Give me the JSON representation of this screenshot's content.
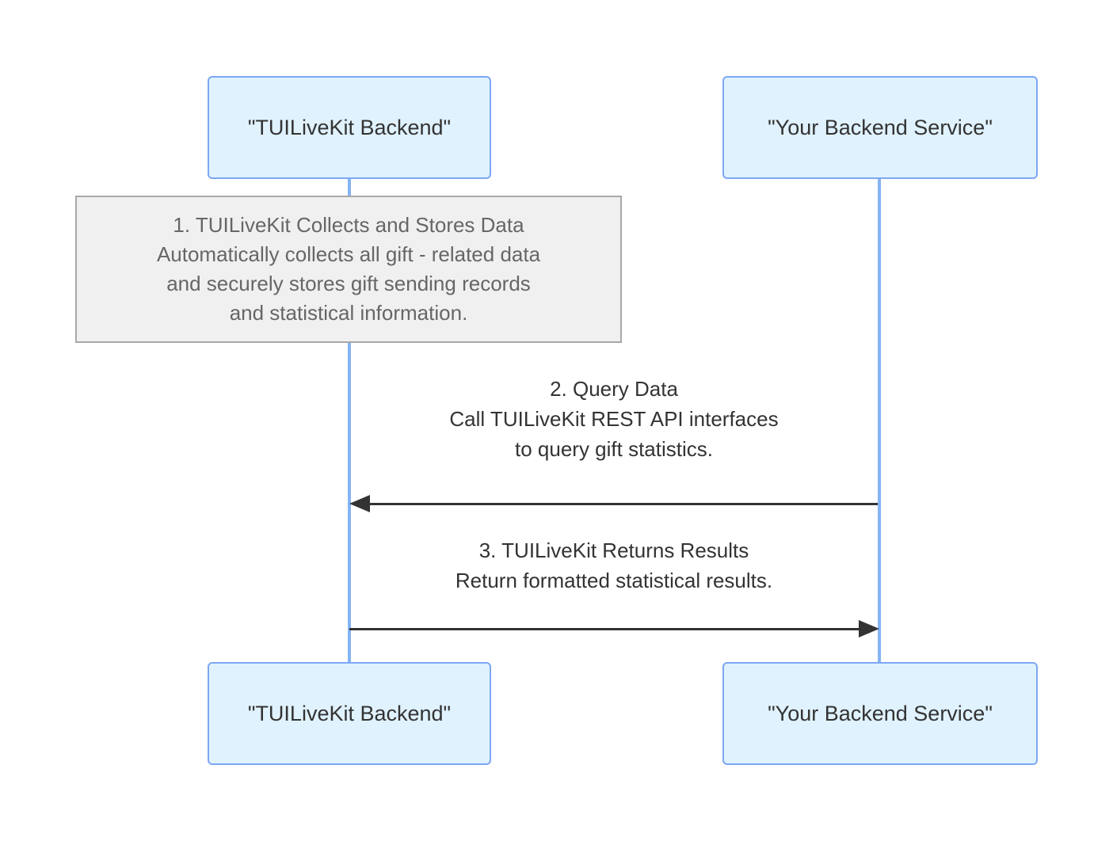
{
  "diagram": {
    "type": "sequence-diagram",
    "background": "#ffffff",
    "actors": {
      "left": {
        "label": "\"TUILiveKit Backend\""
      },
      "right": {
        "label": "\"Your Backend Service\""
      }
    },
    "note": {
      "over": "left",
      "text": "1. TUILiveKit Collects and Stores Data\nAutomatically collects all gift - related data\nand securely stores gift sending records\nand statistical information."
    },
    "messages": [
      {
        "label": "2. Query Data\nCall TUILiveKit REST API interfaces\nto query gift statistics.",
        "from": "right",
        "to": "left",
        "direction": "left"
      },
      {
        "label": "3. TUILiveKit Returns Results\nReturn formatted statistical results.",
        "from": "left",
        "to": "right",
        "direction": "right"
      }
    ],
    "colors": {
      "actor_fill": "#e0f2fe",
      "actor_border": "#7da7f3",
      "actor_text": "#333333",
      "lifeline": "#85b4f5",
      "note_fill": "#f0f0f0",
      "note_border": "#a8a8a8",
      "note_text": "#666666",
      "message_text": "#333333",
      "arrow": "#333333"
    }
  }
}
